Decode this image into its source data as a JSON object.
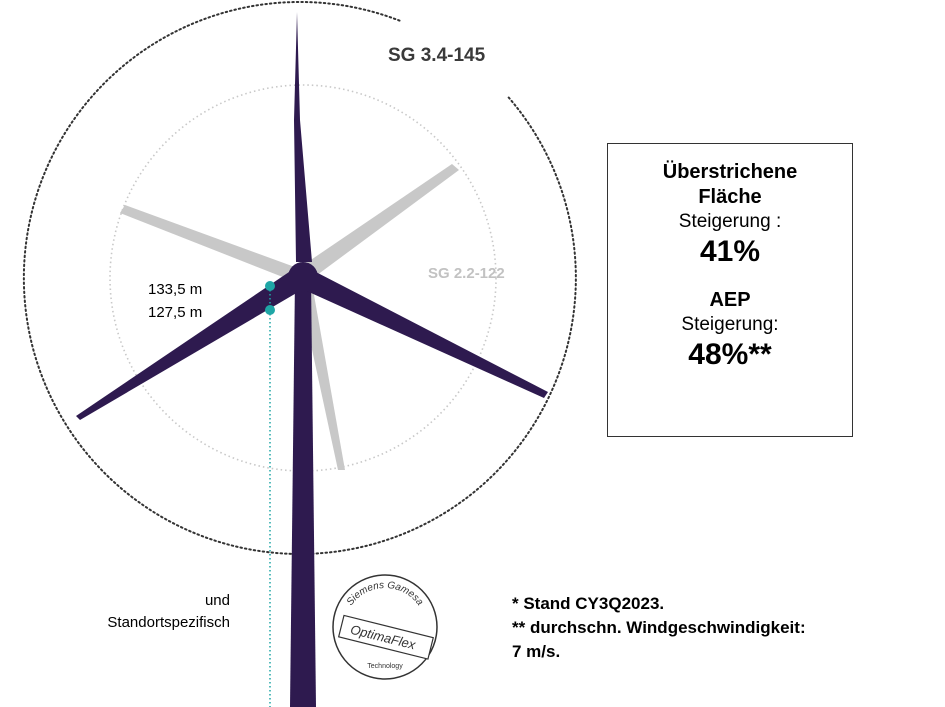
{
  "diagram": {
    "model_large": "SG 3.4-145",
    "model_small": "SG 2.2-122",
    "hub_height_large": "133,5 m",
    "hub_height_small": "127,5 m",
    "side_note_line1": "und",
    "side_note_line2": "Standortspezifisch",
    "colors": {
      "turbine": "#2e1a4f",
      "old_blades": "#c8c8c8",
      "marker": "#1fa6a6",
      "circle_large": "#333333",
      "circle_small": "#c8c8c8"
    }
  },
  "infobox": {
    "swept_title_line1": "Überstrichene",
    "swept_title_line2": "Fläche",
    "swept_label": "Steigerung :",
    "swept_value": "41%",
    "aep_title": "AEP",
    "aep_label": "Steigerung:",
    "aep_value": "48%**"
  },
  "badge": {
    "top_text": "Siemens Gamesa",
    "main_text": "OptimaFlex",
    "bottom_text": "Technology"
  },
  "footnotes": {
    "line1": "*  Stand CY3Q2023.",
    "line2": "** durchschn. Windgeschwindigkeit:",
    "line3": "7 m/s."
  }
}
